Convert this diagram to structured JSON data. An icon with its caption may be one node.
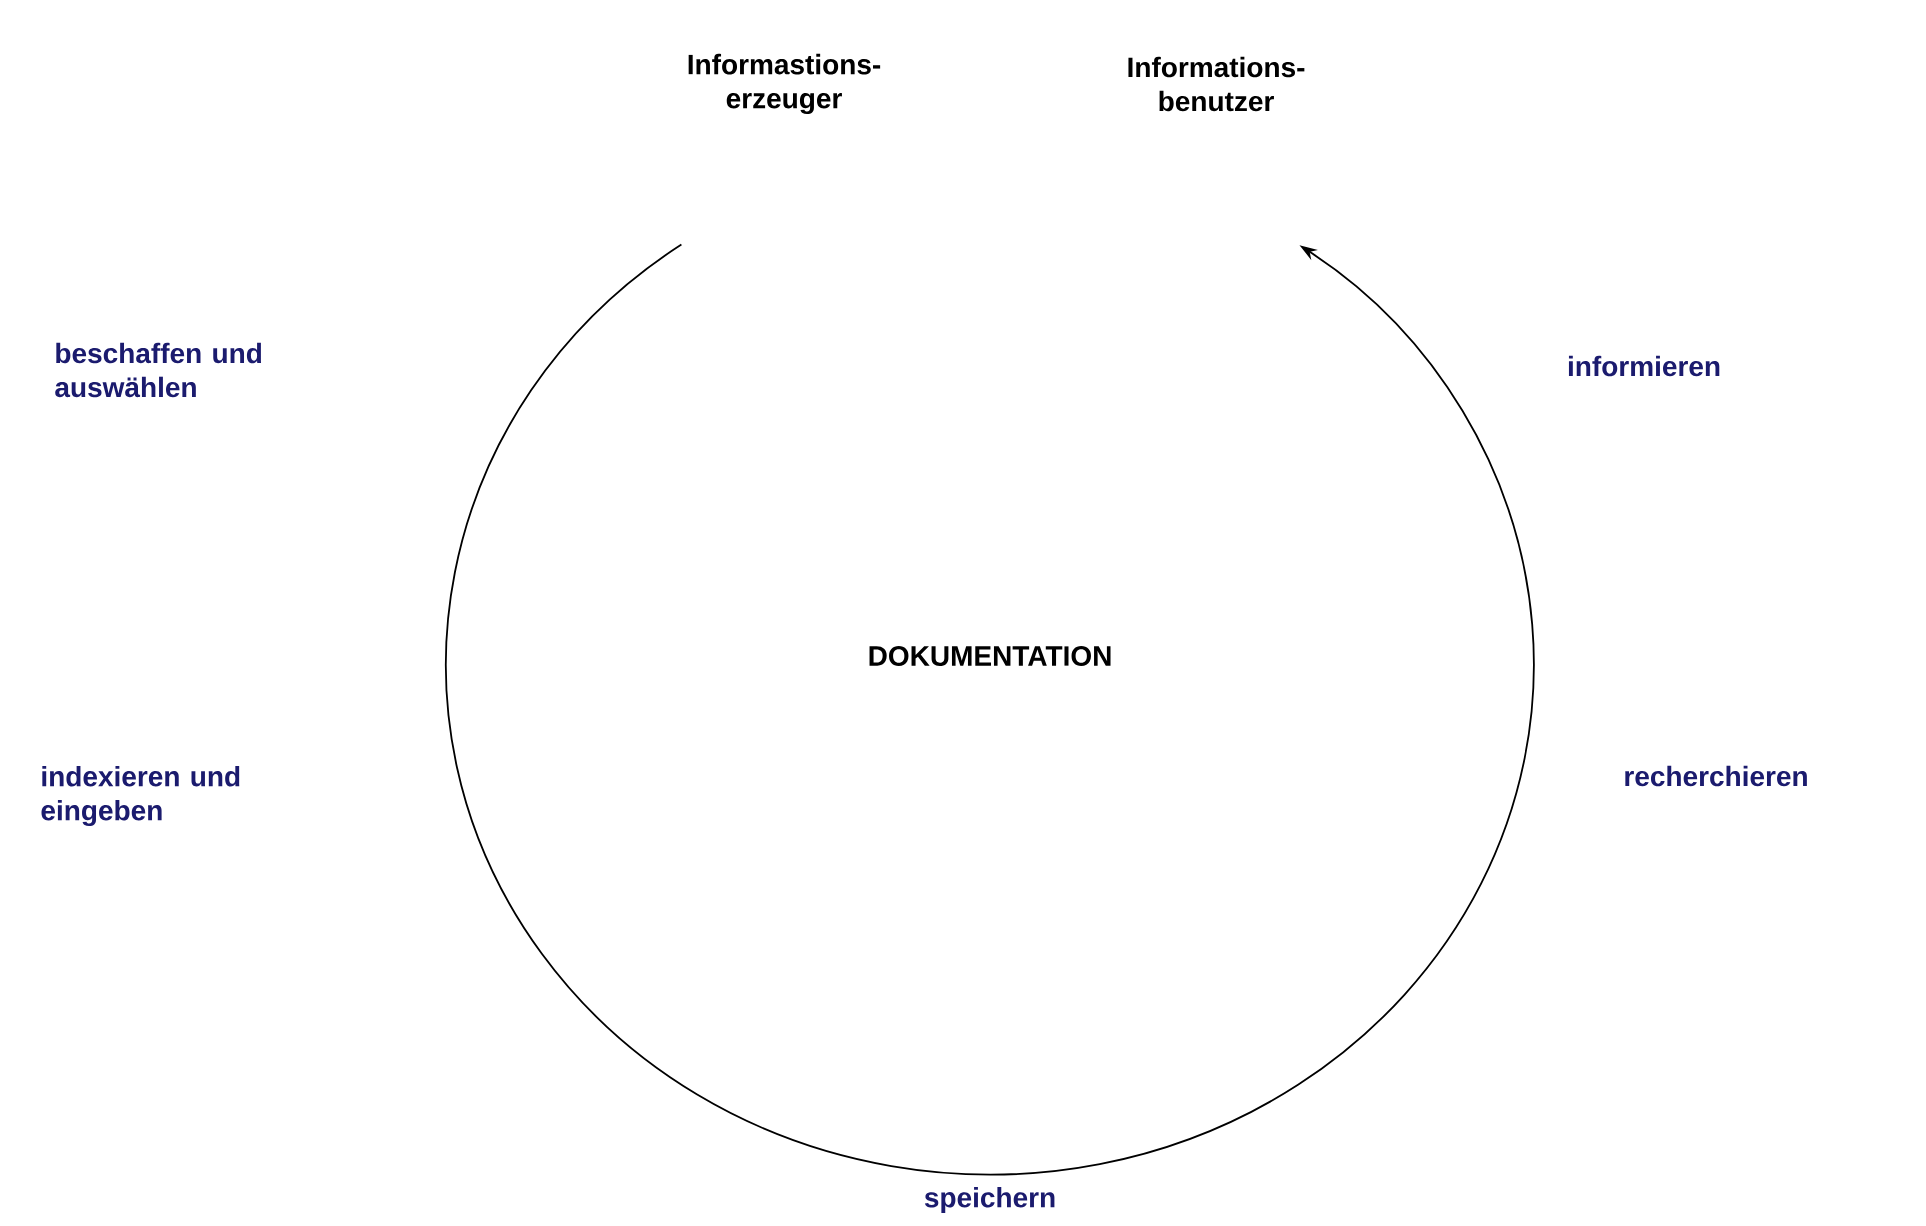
{
  "diagram": {
    "nodes": [
      {
        "text": [
          "Informastions- erzeuger"
        ]
      },
      {
        "text": [
          "Informations- benutzer"
        ]
      }
    ],
    "edges": [
      {
        "from": 0,
        "to": 1,
        "arrow": "to"
      }
    ],
    "labels": [
      "beschaffen und auswählen",
      "informieren",
      "DOKUMENTATION",
      "indexieren und eingeben",
      "recherchieren",
      "speichern"
    ]
  }
}
